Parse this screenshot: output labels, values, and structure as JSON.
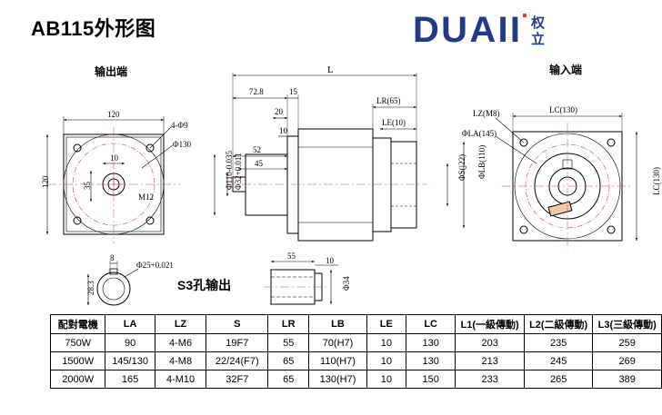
{
  "title": "AB115外形图",
  "logo": {
    "mark": "DUAII",
    "cn_top": "权",
    "cn_bottom": "立",
    "color": "#1f3c8c",
    "accent": "#e23b2e"
  },
  "labels": {
    "output_end": "输出端",
    "input_end": "输入端",
    "s3_output": "S3孔输出"
  },
  "dims": {
    "L": "L",
    "d72_8": "72.8",
    "d15": "15",
    "d20": "20",
    "d10a": "10",
    "d52": "52",
    "d45": "45",
    "LR": "LR(65)",
    "LE": "LE(10)",
    "phiS": "ΦS(j22)",
    "phiLB": "ΦLB(110)",
    "d120_top": "120",
    "d120_side": "120",
    "phi9": "4-Φ9",
    "phi130": "Φ130",
    "d10_key": "10",
    "d35": "35",
    "M12": "M12",
    "phi110": "Φ110-0.035",
    "phi32": "Φ32+0.011",
    "LC130_top": "LC(130)",
    "LC130_side": "LC(130)",
    "LZ": "LZ(M8)",
    "phiLA": "ΦLA(145)",
    "d8": "8",
    "phi25": "Φ25+0.021",
    "d28_3": "28.3",
    "d55": "55",
    "d10b": "10",
    "phi34": "Φ34"
  },
  "table": {
    "headers": [
      "配對電機",
      "LA",
      "LZ",
      "S",
      "LR",
      "LB",
      "LE",
      "LC",
      "L1(一級傳動)",
      "L2(二級傳動)",
      "L3(三級傳動)"
    ],
    "rows": [
      [
        "750W",
        "90",
        "4-M6",
        "19F7",
        "55",
        "70(H7)",
        "10",
        "130",
        "203",
        "235",
        "259"
      ],
      [
        "1500W",
        "145/130",
        "4-M8",
        "22/24(F7)",
        "65",
        "110(H7)",
        "10",
        "130",
        "213",
        "245",
        "269"
      ],
      [
        "2000W",
        "165",
        "4-M10",
        "32F7",
        "65",
        "130(H7)",
        "10",
        "150",
        "233",
        "265",
        "389"
      ]
    ]
  }
}
